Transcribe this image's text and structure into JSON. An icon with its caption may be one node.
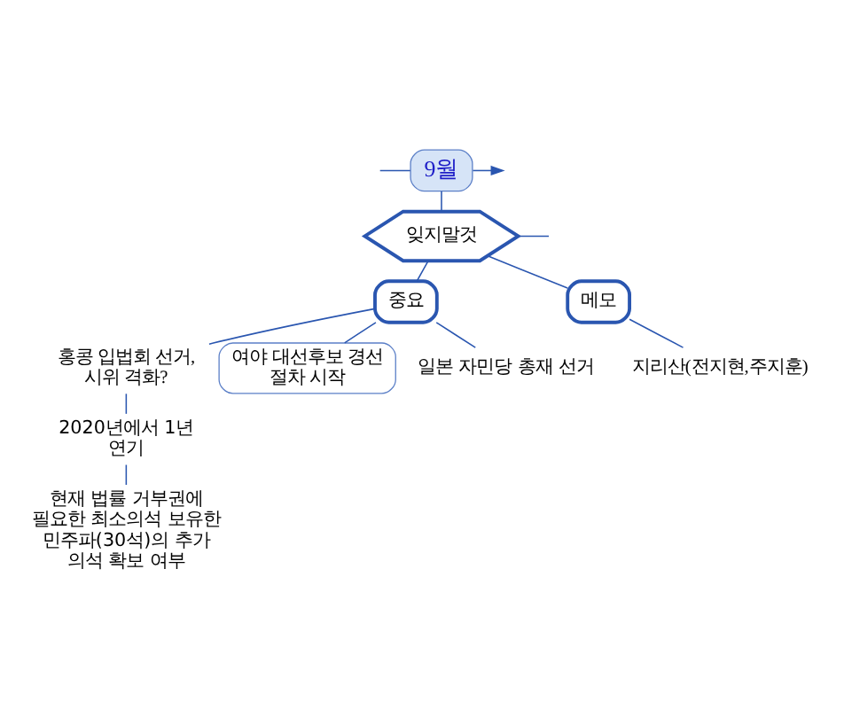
{
  "diagram": {
    "nodes": [
      {
        "text": [
          "9월"
        ]
      },
      {
        "text": [
          "잊지말것"
        ]
      },
      {
        "text": [
          "중요"
        ]
      },
      {
        "text": [
          "홍콩 입법회 선거, 시위 격화?"
        ]
      },
      {
        "text": [
          "2020년에서 1년 연기"
        ]
      },
      {
        "text": [
          "현재 법률 거부권에 필요한 최소의석 보유한 민주파(30석)의 추가 의석 확보 여부"
        ]
      },
      {
        "text": [
          "여야 대선후보 경선 절차 시작"
        ]
      },
      {
        "text": [
          "일본 자민당 총재 선거"
        ]
      },
      {
        "text": [
          "메모"
        ]
      },
      {
        "text": [
          "지리산(전지현,주지훈)"
        ]
      }
    ],
    "edges": [
      {
        "from": null,
        "to": 0,
        "arrow": "none"
      },
      {
        "from": 0,
        "to": null,
        "arrow": "to"
      },
      {
        "from": 0,
        "to": 1,
        "arrow": "none"
      },
      {
        "from": 1,
        "to": null,
        "arrow": "none"
      },
      {
        "from": 1,
        "to": 2,
        "arrow": "none"
      },
      {
        "from": 2,
        "to": 3,
        "arrow": "none"
      },
      {
        "from": 3,
        "to": 4,
        "arrow": "none"
      },
      {
        "from": 4,
        "to": 5,
        "arrow": "none"
      },
      {
        "from": 2,
        "to": 6,
        "arrow": "none"
      },
      {
        "from": 2,
        "to": 7,
        "arrow": "none"
      },
      {
        "from": 1,
        "to": 8,
        "arrow": "none"
      },
      {
        "from": 8,
        "to": 9,
        "arrow": "none"
      }
    ]
  }
}
